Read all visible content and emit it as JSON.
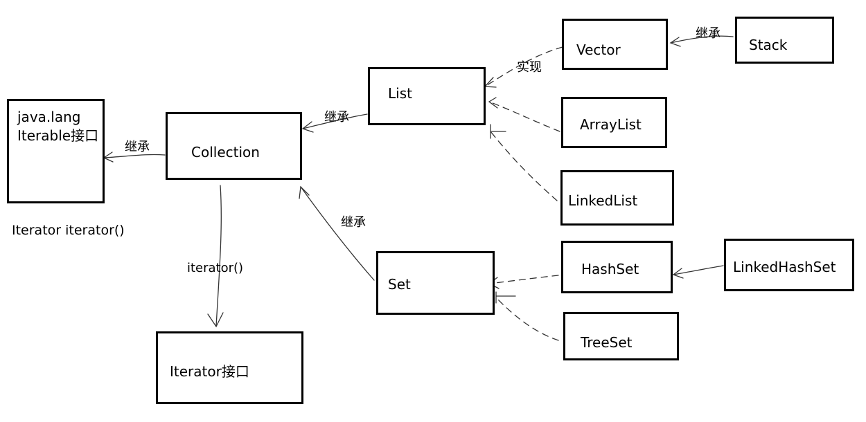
{
  "boxes": {
    "iterable": {
      "line1": "java.lang",
      "line2": "Iterable接口"
    },
    "collection": {
      "label": "Collection"
    },
    "list": {
      "label": "List"
    },
    "set": {
      "label": "Set"
    },
    "vector": {
      "label": "Vector"
    },
    "stack": {
      "label": "Stack"
    },
    "arraylist": {
      "label": "ArrayList"
    },
    "linkedlist": {
      "label": "LinkedList"
    },
    "hashset": {
      "label": "HashSet"
    },
    "linkedhashset": {
      "label": "LinkedHashSet"
    },
    "treeset": {
      "label": "TreeSet"
    },
    "iterator": {
      "label": "Iterator接口"
    }
  },
  "notes": {
    "iterator_method": "Iterator iterator()"
  },
  "edges": {
    "collection_to_iterable": "继承",
    "list_to_collection": "继承",
    "set_to_collection": "继承",
    "vector_to_list": "实现",
    "stack_to_vector": "继承",
    "collection_to_iterator": "iterator()"
  }
}
